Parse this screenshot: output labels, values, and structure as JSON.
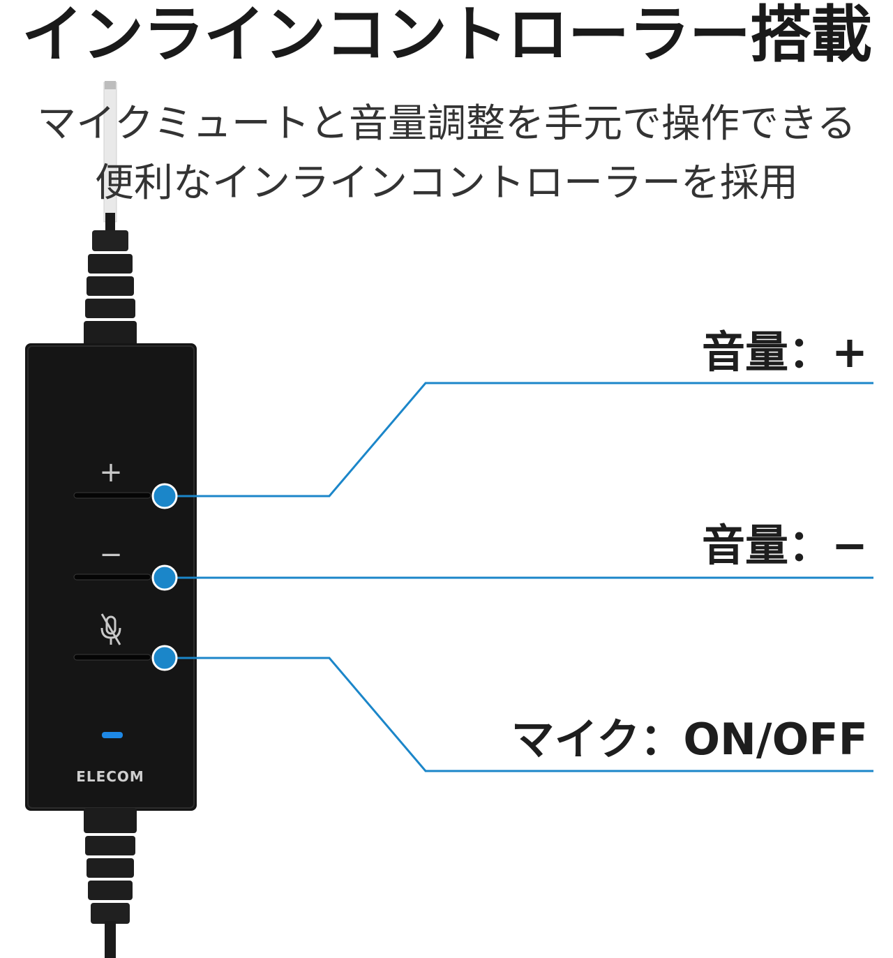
{
  "header": {
    "title": "インラインコントローラー搭載",
    "subtitle_line1": "マイクミュートと音量調整を手元で操作できる",
    "subtitle_line2": "便利なインラインコントローラーを採用"
  },
  "controller": {
    "brand": "ELECOM",
    "plus_glyph": "+",
    "minus_glyph": "−",
    "mic_icon": "mic-mute-icon",
    "led_color": "#1e88e5",
    "body_color": "#151515"
  },
  "callouts": {
    "volume_up": "音量：+",
    "volume_down": "音量：−",
    "mic_toggle": "マイク：ON/OFF",
    "line_color": "#1b86c9"
  }
}
